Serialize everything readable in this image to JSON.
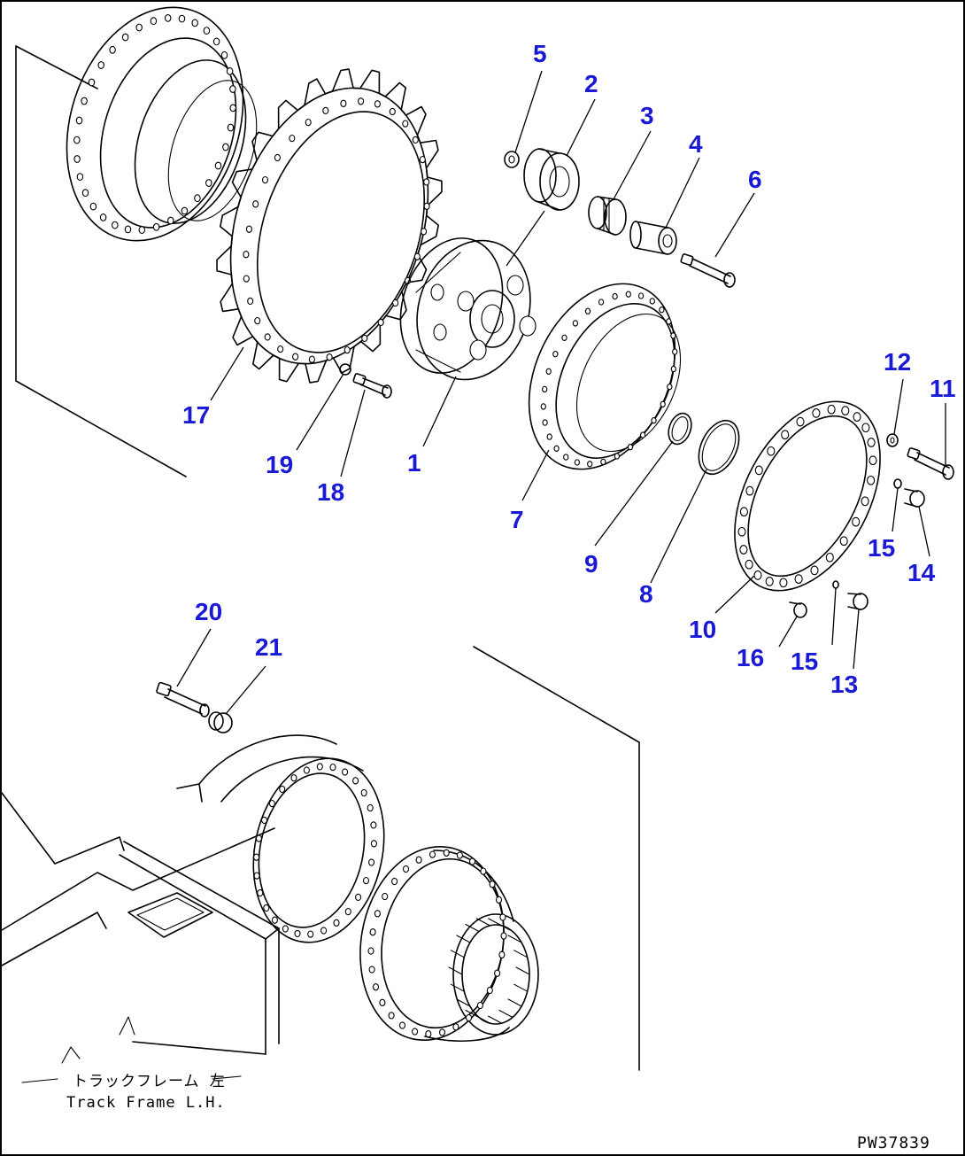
{
  "callouts": [
    {
      "id": "c1",
      "label": "1"
    },
    {
      "id": "c2",
      "label": "2"
    },
    {
      "id": "c3",
      "label": "3"
    },
    {
      "id": "c4",
      "label": "4"
    },
    {
      "id": "c5",
      "label": "5"
    },
    {
      "id": "c6",
      "label": "6"
    },
    {
      "id": "c7",
      "label": "7"
    },
    {
      "id": "c8",
      "label": "8"
    },
    {
      "id": "c9",
      "label": "9"
    },
    {
      "id": "c10",
      "label": "10"
    },
    {
      "id": "c11",
      "label": "11"
    },
    {
      "id": "c12",
      "label": "12"
    },
    {
      "id": "c13",
      "label": "13"
    },
    {
      "id": "c14",
      "label": "14"
    },
    {
      "id": "c15a",
      "label": "15"
    },
    {
      "id": "c15b",
      "label": "15"
    },
    {
      "id": "c16",
      "label": "16"
    },
    {
      "id": "c17",
      "label": "17"
    },
    {
      "id": "c18",
      "label": "18"
    },
    {
      "id": "c19",
      "label": "19"
    },
    {
      "id": "c20",
      "label": "20"
    },
    {
      "id": "c21",
      "label": "21"
    }
  ],
  "caption": {
    "japanese": "トラックフレーム 左",
    "english": "Track Frame L.H."
  },
  "drawing_number": "PW37839",
  "colors": {
    "callout_text": "#1a1ad6",
    "line_art": "#000000",
    "background": "#ffffff"
  }
}
